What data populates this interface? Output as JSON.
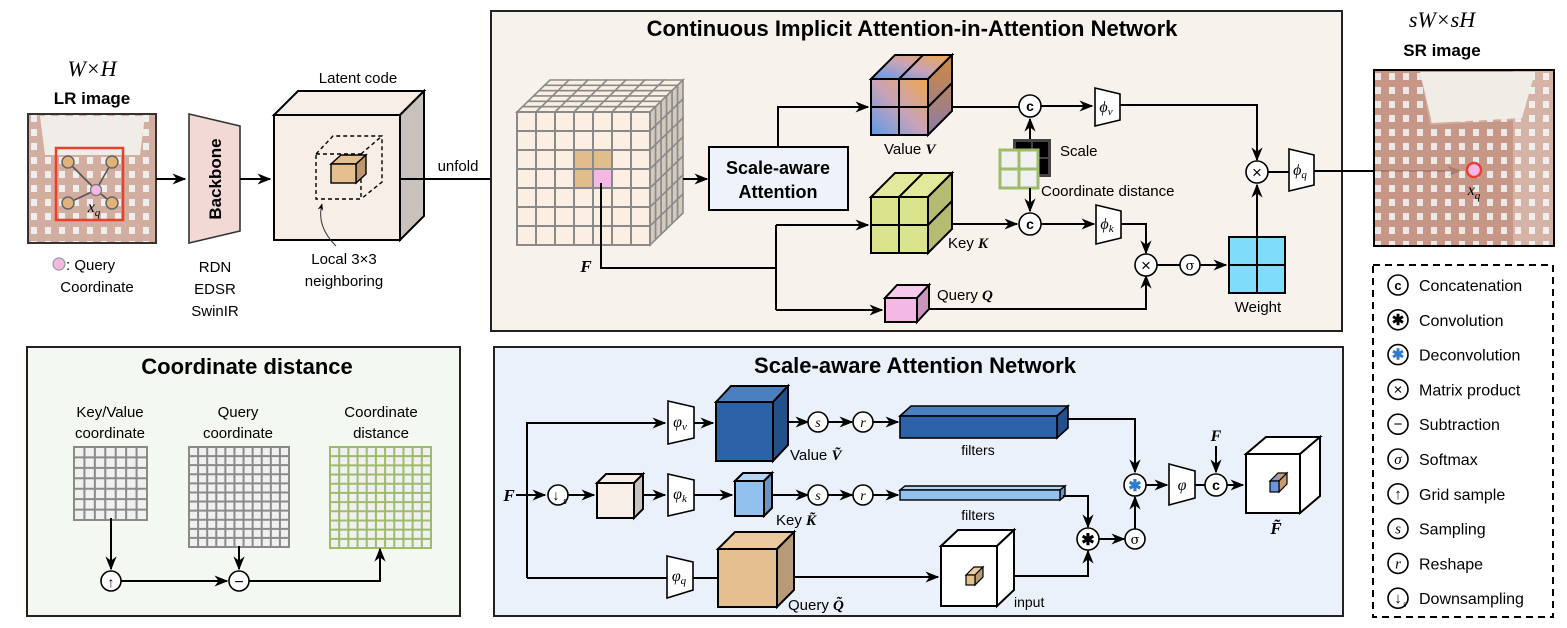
{
  "lr_image": {
    "dims": "W×H",
    "title": "LR image",
    "query_point": "x_q",
    "legend_label": ": Query",
    "legend_label2": "Coordinate"
  },
  "backbone": {
    "label": "Backbone",
    "options": [
      "RDN",
      "EDSR",
      "SwinIR"
    ]
  },
  "latent": {
    "title": "Latent code",
    "note_line1": "Local 3×3",
    "note_line2": "neighboring",
    "unfold": "unfold"
  },
  "ciaa": {
    "title": "Continuous Implicit Attention-in-Attention Network",
    "feature_label": "F",
    "saa_line1": "Scale-aware",
    "saa_line2": "Attention",
    "value_label": "Value",
    "value_sym": "V",
    "key_label": "Key",
    "key_sym": "K",
    "query_label": "Query",
    "query_sym": "Q",
    "scale_label": "Scale",
    "coord_dist_label": "Coordinate distance",
    "weight_label": "Weight",
    "phi_v": "ϕ",
    "phi_v_sub": "v",
    "phi_k": "ϕ",
    "phi_k_sub": "k",
    "phi_q": "ϕ",
    "phi_q_sub": "q",
    "concat_symbol": "c",
    "matmul_symbol": "×",
    "softmax_symbol": "σ"
  },
  "sr_image": {
    "dims": "sW×sH",
    "title": "SR image",
    "query_point": "x_q"
  },
  "coord_distance": {
    "title": "Coordinate distance",
    "cols": [
      {
        "line1": "Key/Value",
        "line2": "coordinate",
        "grid": 7,
        "color": "#8a8a8a"
      },
      {
        "line1": "Query",
        "line2": "coordinate",
        "grid": 11,
        "color": "#8a8a8a"
      },
      {
        "line1": "Coordinate",
        "line2": "distance",
        "grid": 11,
        "color": "#9dbb6a"
      }
    ],
    "grid_sample_symbol": "↑",
    "subtract_symbol": "−"
  },
  "saan": {
    "title": "Scale-aware Attention Network",
    "input_label": "F",
    "downsample_symbol": "↓",
    "downsample_sub": "s",
    "varphi_v": "φ",
    "varphi_v_sub": "v",
    "varphi_k": "φ",
    "varphi_k_sub": "k",
    "varphi_q": "φ",
    "varphi_q_sub": "q",
    "varphi": "φ",
    "value_label": "Value",
    "value_sym": "Ṽ",
    "key_label": "Key",
    "key_sym": "K̃",
    "query_label": "Query",
    "query_sym": "Q̃",
    "filters_label": "filters",
    "input_box_label": "input",
    "sampling_symbol": "s",
    "reshape_symbol": "r",
    "conv_symbol": "✱",
    "softmax_symbol": "σ",
    "concat_symbol": "c",
    "side_input": "F",
    "output_sym": "F̃"
  },
  "legend": {
    "items": [
      {
        "symbol": "c",
        "label": "Concatenation",
        "icon": "concatenation-icon"
      },
      {
        "symbol": "✱",
        "label": "Convolution",
        "icon": "convolution-icon"
      },
      {
        "symbol": "✱",
        "label": "Deconvolution",
        "icon": "deconvolution-icon",
        "color": "#2f7bd0"
      },
      {
        "symbol": "×",
        "label": "Matrix product",
        "icon": "matrix-product-icon"
      },
      {
        "symbol": "−",
        "label": "Subtraction",
        "icon": "subtraction-icon"
      },
      {
        "symbol": "σ",
        "label": "Softmax",
        "icon": "softmax-icon"
      },
      {
        "symbol": "↑",
        "label": "Grid sample",
        "icon": "grid-sample-icon"
      },
      {
        "symbol": "s",
        "label": "Sampling",
        "icon": "sampling-icon"
      },
      {
        "symbol": "r",
        "label": "Reshape",
        "icon": "reshape-icon"
      },
      {
        "symbol": "↓s",
        "label": "Downsampling",
        "icon": "downsampling-icon"
      }
    ]
  },
  "colors": {
    "ciaa_bg": "#f7f2ec",
    "coord_bg": "#f3f8f1",
    "saan_bg": "#eaf1fa",
    "backbone": "#f2d9d6",
    "latent": "#f7efe7",
    "cell": "#fbeee2",
    "cell_hl": "#e2bd8c",
    "query_pink": "#f4b8e4",
    "key_green": "#d9e48c",
    "weight_cyan": "#7fdcfb",
    "value_dark_blue": "#2c63a8",
    "key_light_blue": "#93c1ee",
    "query_tan": "#e4bf8f",
    "sa_box": "#eef3fb"
  }
}
